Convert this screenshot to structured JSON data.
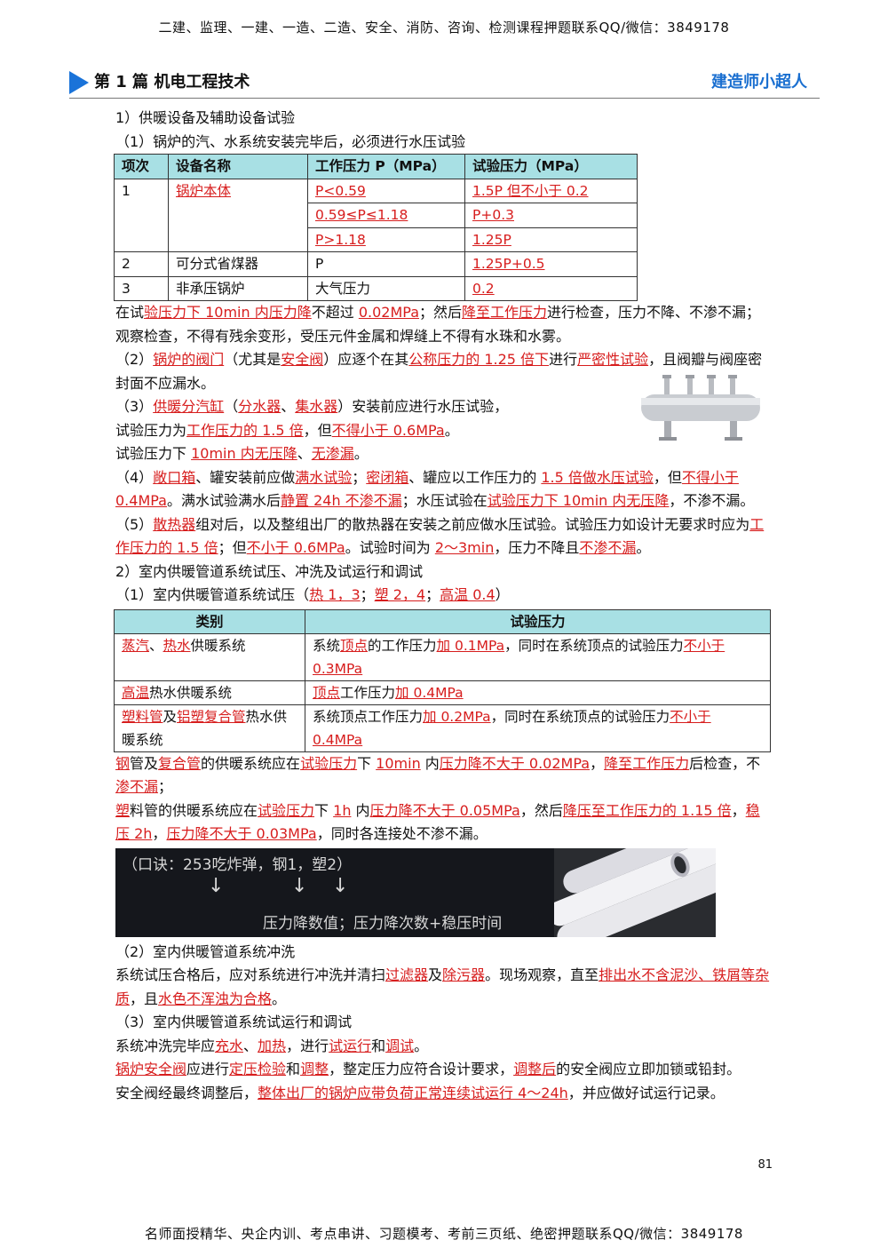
{
  "header": {
    "banner": "二建、监理、一建、一造、二造、安全、消防、咨询、检测课程押题联系QQ/微信：3849178",
    "chapter": "第 1 篇  机电工程技术",
    "brand": "建造师小超人"
  },
  "footer": {
    "page_number": "81",
    "banner": "名师面授精华、央企内训、考点串讲、习题模考、考前三页纸、绝密押题联系QQ/微信：3849178"
  },
  "mnemonic": {
    "line1": "（口诀：253吃炸弹，钢1，塑2）",
    "line2": "压力降数值；压力降次数+稳压时间"
  },
  "accent": "#1a73d9",
  "highlight": "#d71d1d",
  "table_header_bg": "#a8e0e4"
}
